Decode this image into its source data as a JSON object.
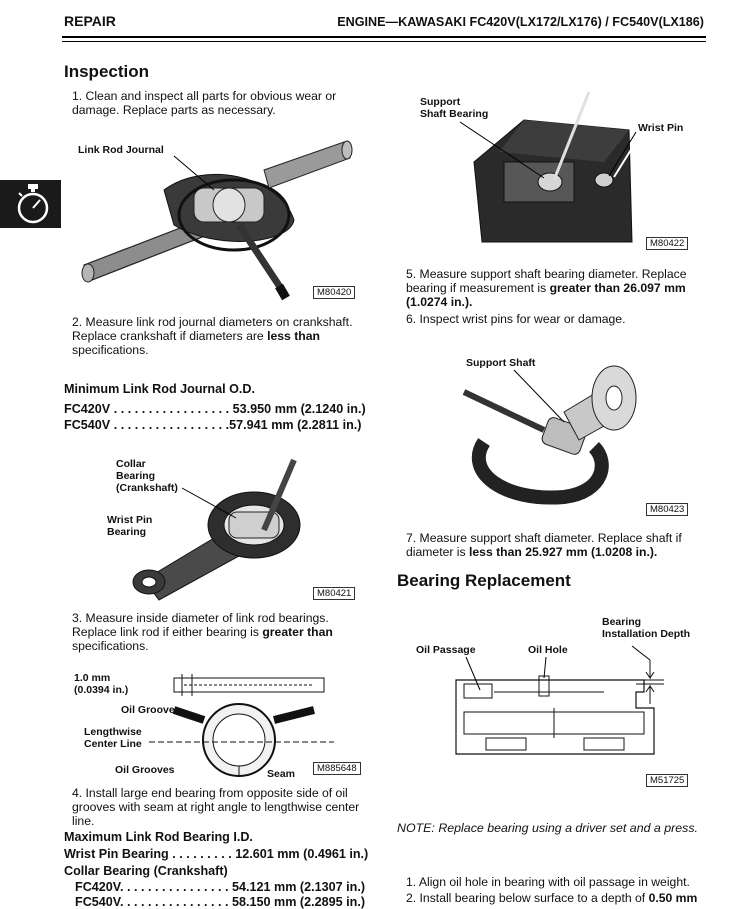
{
  "header": {
    "section": "REPAIR",
    "engine_title": "ENGINE—KAWASAKI FC420V(LX172/LX176) / FC540V(LX186)"
  },
  "side_tab": {
    "icon": "engine-stopwatch-icon"
  },
  "left": {
    "inspection_heading": "Inspection",
    "step1": "1. Clean and inspect all parts for obvious wear or damage. Replace parts as necessary.",
    "fig1": {
      "callout": "Link Rod Journal",
      "id": "M80420"
    },
    "step2_a": "2. Measure link rod journal diameters on crankshaft. Replace crankshaft if diameters are ",
    "step2_b": "less than",
    "step2_c": " specifications.",
    "min_od_heading": "Minimum Link Rod Journal O.D.",
    "min_od": [
      {
        "label": "FC420V . . . . . . . . . . . . . . . . .",
        "value": "53.950 mm (2.1240 in.)"
      },
      {
        "label": "FC540V . . . . . . . . . . . . . . . . .",
        "value": "57.941 mm (2.2811 in.)"
      }
    ],
    "fig2": {
      "callout_collar": "Collar\nBearing\n(Crankshaft)",
      "callout_wrist": "Wrist Pin\nBearing",
      "id": "M80421"
    },
    "step3_a": "3. Measure inside diameter of link rod bearings. Replace link rod if either bearing is ",
    "step3_b": "greater than",
    "step3_c": " specifications.",
    "fig3": {
      "callout_depth": "1.0 mm\n(0.0394 in.)",
      "callout_grooves_top": "Oil Grooves",
      "callout_center": "Lengthwise\nCenter Line",
      "callout_grooves_bottom": "Oil Grooves",
      "callout_seam": "Seam",
      "id": "M885648"
    },
    "step4": "4. Install large end bearing from opposite side of oil grooves with seam at right angle to lengthwise center line.",
    "max_id_heading": "Maximum Link Rod Bearing I.D.",
    "wrist_pin_label": "Wrist Pin Bearing . . . . . . . . .",
    "wrist_pin_value": "12.601 mm (0.4961 in.)",
    "collar_heading": "Collar Bearing (Crankshaft)",
    "collar_rows": [
      {
        "label": "FC420V. . . . . . . . . . . . . . . .",
        "value": "54.121 mm (2.1307 in.)"
      },
      {
        "label": "FC540V. . . . . . . . . . . . . . . .",
        "value": "58.150 mm (2.2895 in.)"
      }
    ]
  },
  "right": {
    "fig4": {
      "callout_support": "Support\nShaft Bearing",
      "callout_wrist": "Wrist Pin",
      "id": "M80422"
    },
    "step5_a": "5. Measure support shaft bearing diameter. Replace bearing if measurement is ",
    "step5_b": "greater than 26.097 mm (1.0274 in.).",
    "step6": "6. Inspect wrist pins for wear or damage.",
    "fig5": {
      "callout": "Support Shaft",
      "id": "M80423"
    },
    "step7_a": "7. Measure support shaft diameter. Replace shaft if diameter is ",
    "step7_b": "less than 25.927 mm (1.0208 in.).",
    "bearing_heading": "Bearing Replacement",
    "fig6": {
      "callout_depth": "Bearing\nInstallation Depth",
      "callout_passage": "Oil Passage",
      "callout_hole": "Oil Hole",
      "id": "M51725"
    },
    "note_label": "NOTE:",
    "note_text": "Replace bearing using a driver set and a press.",
    "step_r1": "1. Align oil hole in bearing with oil passage in weight.",
    "step_r2_a": "2. Install bearing below surface to a depth of ",
    "step_r2_b": "0.50 mm"
  }
}
